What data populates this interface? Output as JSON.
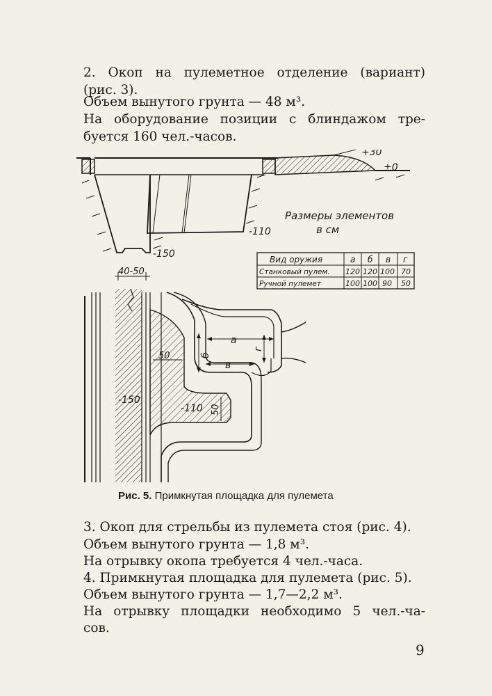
{
  "text_top": {
    "line1": "2. Окоп на пулеметное отделение (вариант)",
    "line2": "(рис. 3).",
    "line3": "Объем вынутого грунта — 48 м³.",
    "line4": "На оборудование позиции с блиндажом тре-",
    "line5": "буется 160 чел.-часов."
  },
  "figure": {
    "elev_plus30": "+30",
    "elev_zero": "±0",
    "depth_110_top": "-110",
    "depth_150_top": "-150",
    "width_40_50": "40-50",
    "sizes_title_1": "Размеры элементов",
    "sizes_title_2": "в см",
    "table": {
      "headers": [
        "Вид оружия",
        "а",
        "б",
        "в",
        "г"
      ],
      "rows": [
        [
          "Станковый пулем.",
          "120",
          "120",
          "100",
          "70"
        ],
        [
          "Ручной пулемет",
          "100",
          "100",
          "90",
          "50"
        ]
      ]
    },
    "plan_labels": {
      "a": "а",
      "b": "б",
      "v": "в",
      "g": "г",
      "dim_50_top": "50",
      "dim_50_right": "50",
      "depth_150": "-150",
      "depth_110": "-110"
    }
  },
  "caption": {
    "prefix": "Рис. 5.",
    "text": "Примкнутая площадка для пулемета"
  },
  "text_bottom": {
    "line1": "3. Окоп для стрельбы из пулемета стоя (рис. 4).",
    "line2": "Объем вынутого грунта — 1,8 м³.",
    "line3": "На отрывку окопа требуется 4 чел.-часа.",
    "line4": "4. Примкнутая площадка для пулемета (рис. 5).",
    "line5": "Объем вынутого грунта — 1,7—2,2 м³.",
    "line6": "На отрывку площадки необходимо 5 чел.-ча-",
    "line7": "сов."
  },
  "page_number": "9"
}
